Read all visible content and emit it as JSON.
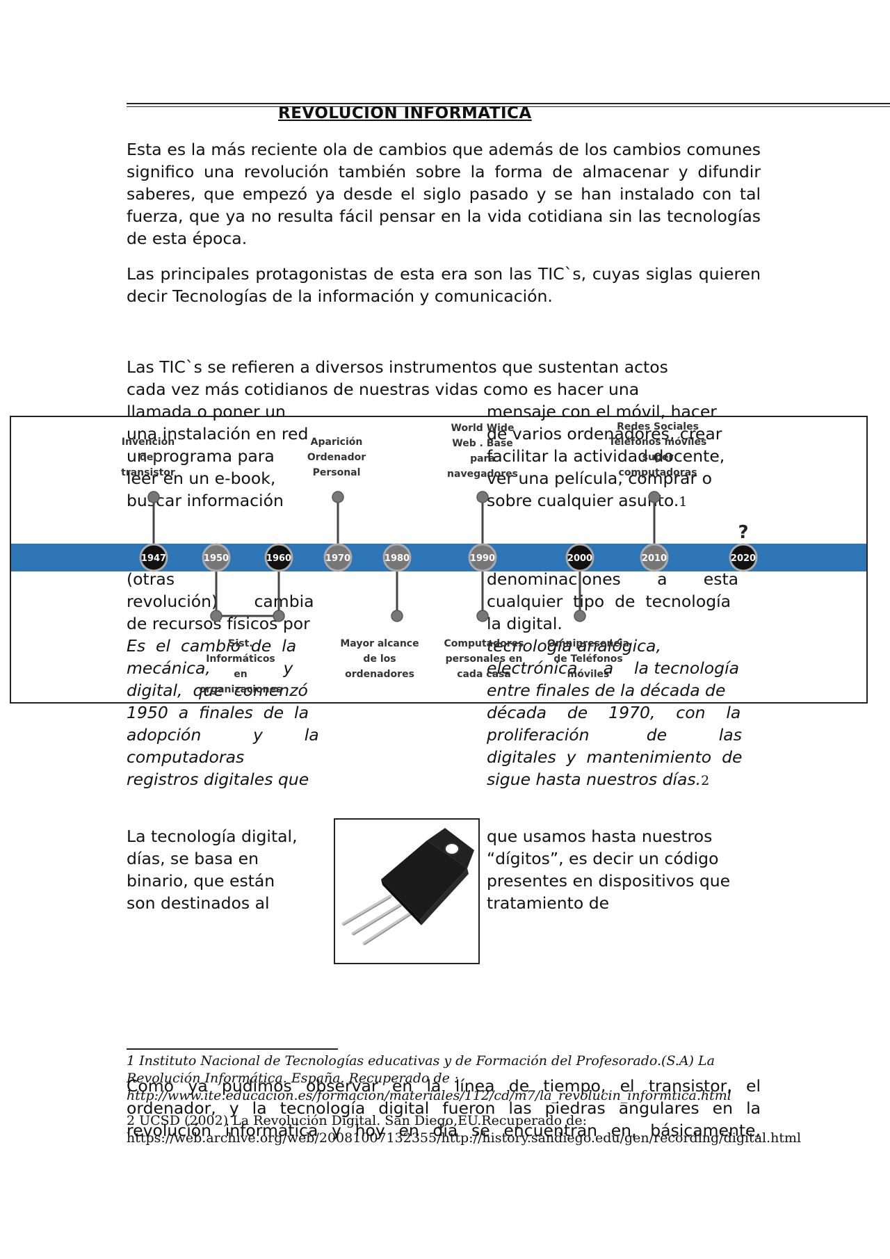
{
  "header": {
    "title": "REVOLUCION INFORMATICA"
  },
  "paragraphs": {
    "p1": "Esta es la más reciente ola de cambios que además de los cambios comunes significo una revolución también sobre la forma de almacenar y difundir saberes, que empezó ya desde el siglo pasado y se han instalado con tal fuerza, que ya no resulta fácil pensar en la vida cotidiana sin las tecnologías de esta época.",
    "p2": "Las principales protagonistas de esta era son las TIC`s, cuyas siglas quieren decir Tecnologías de la información y comunicación.",
    "p3_l1": "Las TIC`s se refieren a diversos instrumentos que sustentan actos",
    "p3_l2": "cada vez más cotidianos de nuestras vidas como es hacer una",
    "p3_left": [
      "llamada o poner un",
      "una instalación en red",
      "un programa para",
      "leer en un e-book,",
      "buscar información"
    ],
    "p3_right": [
      "mensaje con el móvil, hacer",
      "de varios ordenadores, crear",
      "facilitar la actividad docente,",
      "ver una película, comprar o",
      "sobre cualquier asunto."
    ],
    "p3_note": "1",
    "p4_left": [
      "(otras",
      "revolución)       cambia",
      "de recursos físicos por"
    ],
    "p4_right": [
      "denominaciones       a       esta",
      "cualquier  tipo  de  tecnología",
      "la digital."
    ],
    "p4_left_it": [
      "Es  el  cambio  de  la",
      "mecánica,              y",
      "digital,  que  comenzó",
      "1950  a  finales  de  la",
      "adopción          y        la",
      "computadoras",
      "registros digitales que"
    ],
    "p4_right_it": [
      "tecnología analógica,",
      "electrónica,    a    la tecnología",
      "entre finales de la década de",
      "década    de    1970,    con    la",
      "proliferación           de          las",
      "digitales  y  mantenimiento  de",
      "sigue hasta nuestros días."
    ],
    "p4_note": "2",
    "p5_left": [
      "La tecnología digital,",
      "días, se basa en",
      "binario, que están",
      "son destinados al"
    ],
    "p5_right": [
      "que usamos hasta nuestros",
      "“dígitos”, es decir un código",
      "presentes en dispositivos que",
      "tratamiento de"
    ],
    "p6": [
      "Como  ya  pudimos  observar  en  la  línea  de  tiempo,  el  transistor,  el",
      "ordenador, y la tecnología digital fueron las piedras angulares en la",
      "revolución informática y hoy en día se encuentran en, básicamente,"
    ]
  },
  "timeline": {
    "colors": {
      "band": "#2e75b6",
      "dark_node": "#111111",
      "grey_node": "#777777",
      "connector": "#444444"
    },
    "years": [
      "1947",
      "1950",
      "1960",
      "1970",
      "1980",
      "1990",
      "2000",
      "2010",
      "2020"
    ],
    "question_mark": "?",
    "events_top": [
      {
        "lines": [
          "Invención",
          "del",
          "transistor"
        ]
      },
      {
        "lines": [
          "Aparición",
          "Ordenador",
          "Personal"
        ]
      },
      {
        "lines": [
          "World Wide",
          "Web . Base",
          "para",
          "navegadores"
        ]
      },
      {
        "lines": [
          "Redes Sociales",
          "Teléfonos móviles",
          "super",
          "computadoras"
        ]
      }
    ],
    "events_bottom": [
      {
        "lines": [
          "Sist.",
          "Informáticos",
          "en",
          "organizaciones"
        ]
      },
      {
        "lines": [
          "Mayor alcance",
          "de los",
          "ordenadores"
        ]
      },
      {
        "lines": [
          "Computadores",
          "personales en",
          "cada casa"
        ]
      },
      {
        "lines": [
          "Omnipresencia",
          "de Teléfonos",
          "móviles"
        ]
      }
    ]
  },
  "image": {
    "icon": "transistor-icon"
  },
  "footnotes": {
    "n1": "1 Instituto Nacional de Tecnologías educativas y de Formación del Profesorado.(S.A) La Revolución Informática. España. Recuperado de : http://www.ite.educacion.es/formacion/materiales/112/cd/m7/la_revolucin_informtica.html",
    "n2": "2  UCSD (2002) La Revolución Digital. San Diego,EU.Recuperado de: https://web.archive.org/web/20081007132355/http://history.sandiego.edu/gen/recording/digital.html"
  }
}
